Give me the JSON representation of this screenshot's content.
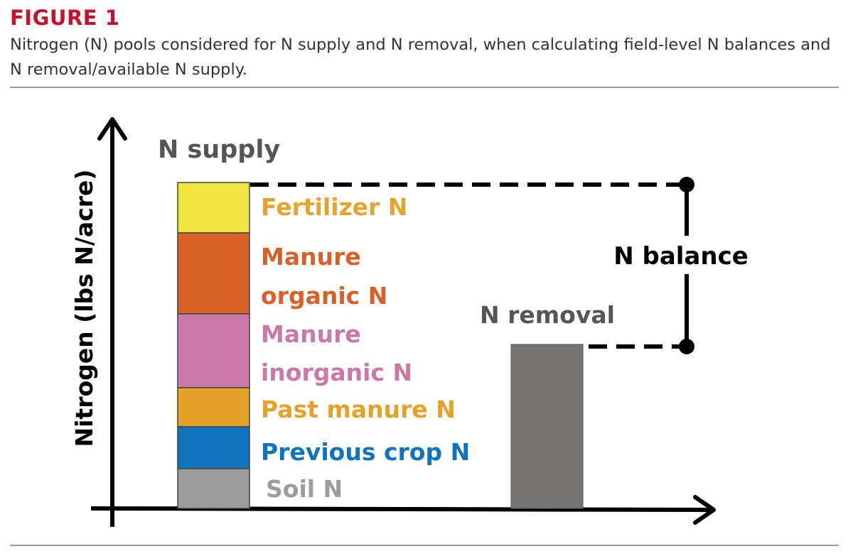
{
  "figure": {
    "label": "FIGURE 1",
    "caption": "Nitrogen (N) pools considered for N supply and N removal, when calculating field-level N balances and N removal/available N supply."
  },
  "diagram": {
    "y_axis_label": "Nitrogen (lbs N/acre)",
    "supply_title": "N supply",
    "removal_title": "N removal",
    "balance_label": "N balance",
    "supply_pools": [
      {
        "label_lines": [
          "Fertilizer N"
        ],
        "color": "#f0e540",
        "label_color": "#e5a42c"
      },
      {
        "label_lines": [
          "Manure",
          "organic N"
        ],
        "color": "#d76129",
        "label_color": "#d76129"
      },
      {
        "label_lines": [
          "Manure",
          "inorganic N"
        ],
        "color": "#cb78a8",
        "label_color": "#cb78a8"
      },
      {
        "label_lines": [
          "Past manure N"
        ],
        "color": "#e5a229",
        "label_color": "#e5a229"
      },
      {
        "label_lines": [
          "Previous crop N"
        ],
        "color": "#0e75bd",
        "label_color": "#0e75bd"
      },
      {
        "label_lines": [
          "Soil N"
        ],
        "color": "#9c9c9c",
        "label_color": "#9c9c9c"
      }
    ],
    "removal_color": "#777373",
    "axis_color": "#000000",
    "title_color": "#555555"
  }
}
